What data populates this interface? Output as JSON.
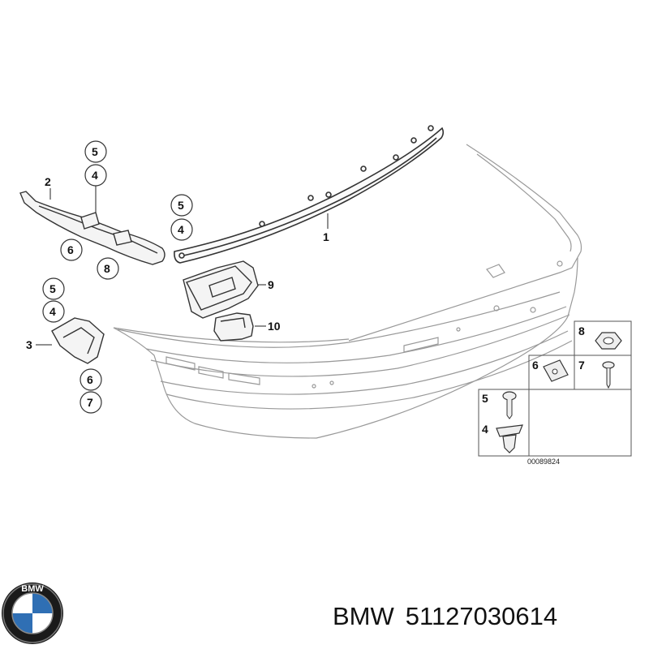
{
  "diagram": {
    "callouts": {
      "part_1": "1",
      "part_2": "2",
      "part_3": "3",
      "part_9": "9",
      "part_10": "10",
      "left_top_5": "5",
      "left_top_4": "4",
      "left_mid_6": "6",
      "left_mid_8": "8",
      "center_5": "5",
      "center_4": "4",
      "left_low_5": "5",
      "left_low_4": "4",
      "left_low_6": "6",
      "left_low_7": "7"
    },
    "legend": {
      "item_8": "8",
      "item_6": "6",
      "item_7": "7",
      "item_5": "5",
      "item_4": "4",
      "drawing_number": "00089824"
    }
  },
  "logo": {
    "brand_text": "BMW"
  },
  "caption": {
    "brand": "BMW",
    "part_number": "51127030614"
  }
}
